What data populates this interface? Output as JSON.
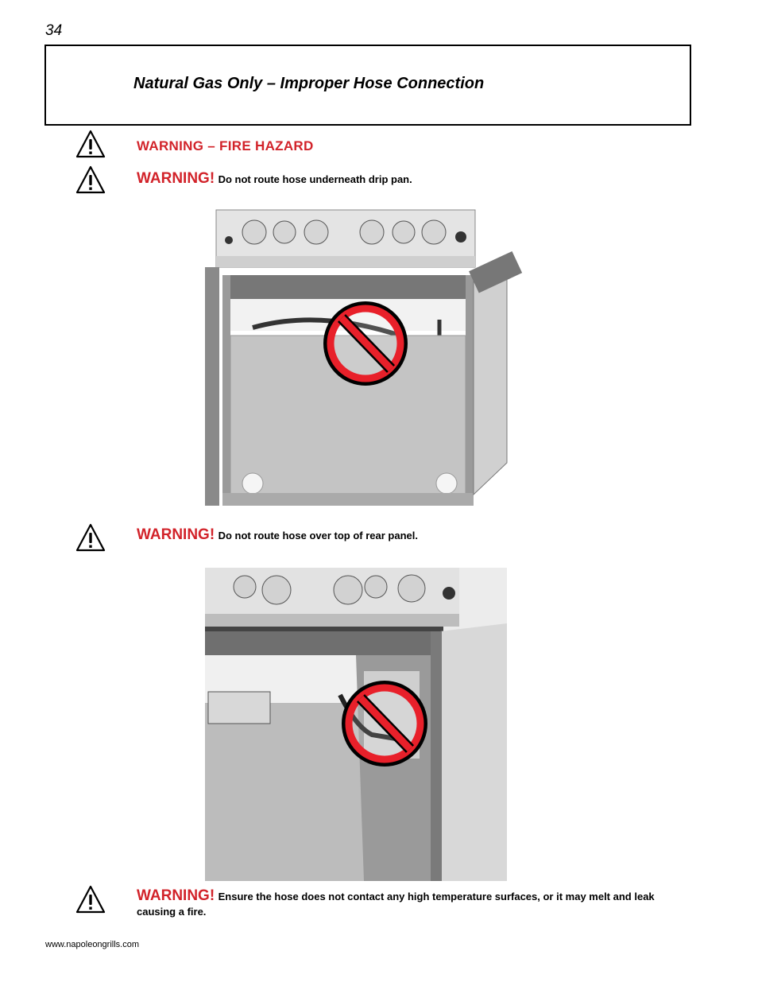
{
  "page": {
    "number": "34",
    "footer_url": "www.napoleongrills.com"
  },
  "section": {
    "title": "Natural Gas Only – Improper Hose Connection"
  },
  "warnings": {
    "fire_hazard": "WARNING – FIRE HAZARD",
    "word": "WARNING!",
    "drip_pan": "Do not route hose underneath drip pan.",
    "rear_panel": "Do not route hose over top of rear panel.",
    "high_temp": "Ensure the hose does not contact any high temperature surfaces, or it may melt and leak causing a fire."
  },
  "icons": {
    "warning": "warning-triangle-icon",
    "prohibited": "prohibited-sign-icon"
  },
  "colors": {
    "warning_red": "#d2232a",
    "prohibit_red": "#e8202a"
  }
}
